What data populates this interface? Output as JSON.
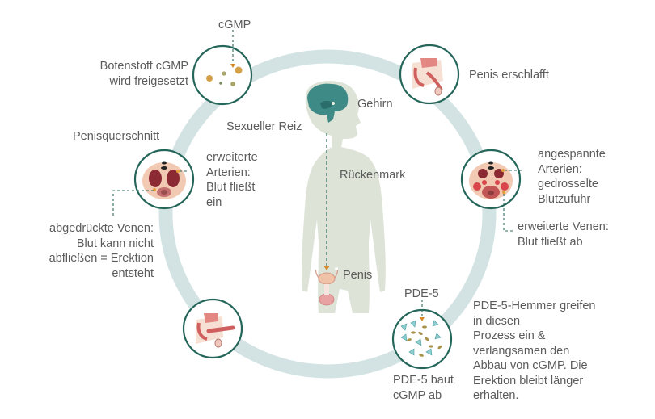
{
  "colors": {
    "ring": "#d3e3e3",
    "node_border": "#25665a",
    "body": "#dde3d7",
    "brain": "#3d8a86",
    "accent_arrow": "#d68a2c",
    "dashed": "#2f6a5c",
    "text": "#5b5b5b",
    "tissue": "#f2c9b3",
    "erectile": "#8b2a32",
    "blood": "#d9454a",
    "pde5": "#8fcfd0",
    "cgmp": "#b39a4a"
  },
  "labels": {
    "cgmp_top": "cGMP",
    "botenstoff": [
      "Botenstoff cGMP",
      "wird freigesetzt"
    ],
    "penis_erschlafft": "Penis erschlafft",
    "gehirn": "Gehirn",
    "sexueller_reiz": "Sexueller Reiz",
    "penisquerschnitt": "Penisquerschnitt",
    "erweiterte_arterien": [
      "erweiterte",
      "Arterien:",
      "Blut fließt",
      "ein"
    ],
    "rueckenmark": "Rückenmark",
    "angespannte_arterien": [
      "angespannte",
      "Arterien:",
      "gedrosselte",
      "Blutzufuhr"
    ],
    "abgedrueckte_venen": [
      "abgedrückte Venen:",
      "Blut kann nicht",
      "abfließen = Erektion",
      "entsteht"
    ],
    "erweiterte_venen": [
      "erweiterte Venen:",
      "Blut fließt ab"
    ],
    "penis": "Penis",
    "pde5_top": "PDE-5",
    "pde5_baut": [
      "PDE-5 baut",
      "cGMP ab"
    ],
    "pde5_hemmer": [
      "PDE-5-Hemmer greifen",
      "in diesen",
      "Prozess ein &",
      "verlangsamen den",
      "Abbau von cGMP. Die",
      "Erektion bleibt länger",
      "erhalten."
    ]
  },
  "nodes": [
    {
      "id": "cgmp-release",
      "icon": "cgmp-molecules-icon"
    },
    {
      "id": "flaccid-penis",
      "icon": "flaccid-penis-anatomy-icon"
    },
    {
      "id": "cross-section-erect",
      "icon": "penis-cross-section-dilated-icon"
    },
    {
      "id": "cross-section-flaccid",
      "icon": "penis-cross-section-constricted-icon"
    },
    {
      "id": "erect-penis",
      "icon": "erect-penis-anatomy-icon"
    },
    {
      "id": "pde5-breakdown",
      "icon": "pde5-enzyme-icon"
    }
  ]
}
